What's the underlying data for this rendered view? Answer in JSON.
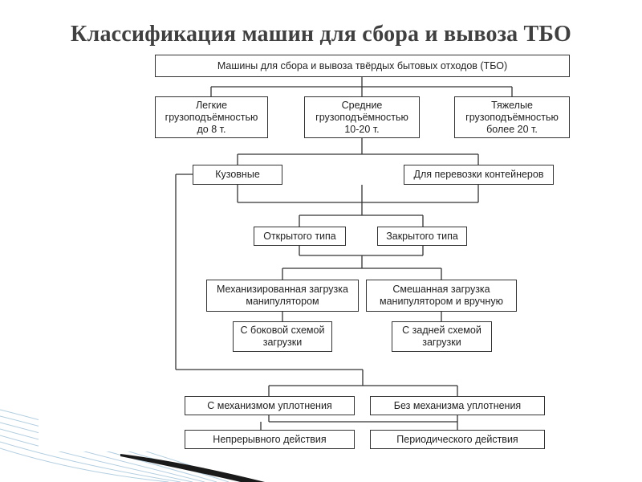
{
  "slide": {
    "title": "Классификация машин для сбора и вывоза ТБО"
  },
  "diagram": {
    "root": "Машины для сбора и вывоза твёрдых бытовых отходов (ТБО)",
    "capacity": [
      "Легкие\nгрузоподъёмностью\nдо 8 т.",
      "Средние\nгрузоподъёмностью\n10-20 т.",
      "Тяжелые\nгрузоподъёмностью\nболее 20 т."
    ],
    "body_type": [
      "Кузовные",
      "Для перевозки контейнеров"
    ],
    "open_closed": [
      "Открытого типа",
      "Закрытого типа"
    ],
    "loading": [
      "Механизированная загрузка\nманипулятором",
      "Смешанная загрузка\nманипулятором и вручную"
    ],
    "scheme": [
      "С боковой схемой\nзагрузки",
      "С задней схемой\nзагрузки"
    ],
    "compaction": [
      "С механизмом уплотнения",
      "Без механизма уплотнения"
    ],
    "action": [
      "Непрерывного действия",
      "Периодического действия"
    ]
  },
  "colors": {
    "title": "#404040",
    "box_border": "#333333",
    "decor_blue": "#9fc3da",
    "decor_dark": "#1a1a1a"
  }
}
